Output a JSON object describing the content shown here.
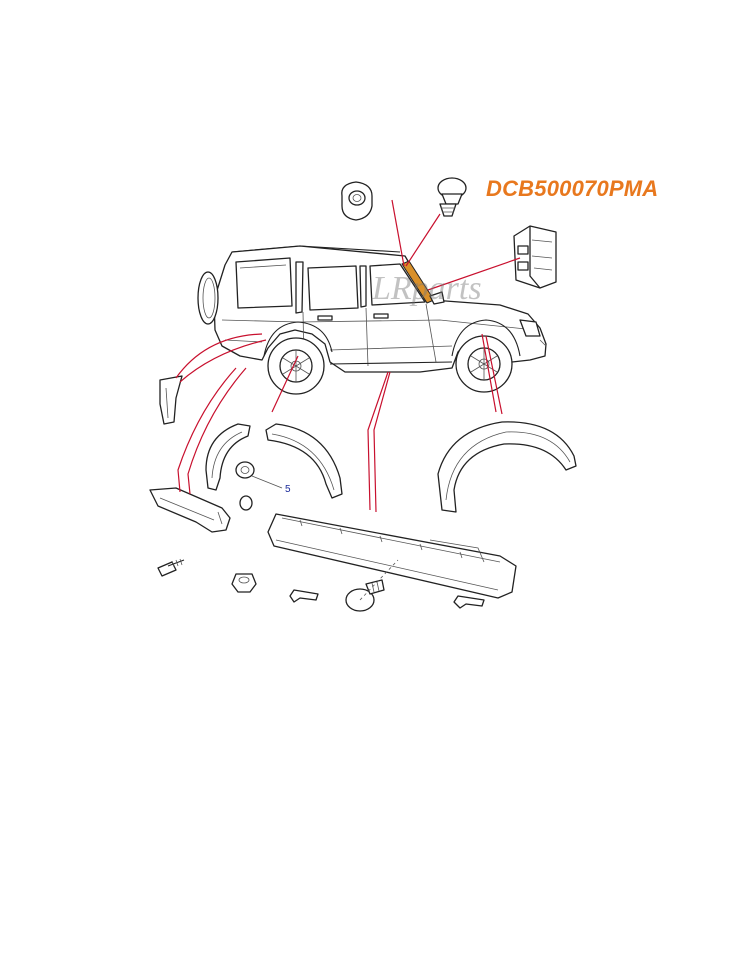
{
  "diagram": {
    "part_number": "DCB500070PMA",
    "watermark": "LRparts",
    "callout_5": "5",
    "colors": {
      "part_number": "#e8781e",
      "leader_lines": "#c8102e",
      "callout": "#1a2a9a"
    },
    "icons": [
      "vehicle-side-view",
      "flange-nut",
      "push-clip",
      "bracket-clip",
      "wheel-arch-moulding",
      "sill-moulding",
      "screw",
      "retaining-clip"
    ]
  }
}
